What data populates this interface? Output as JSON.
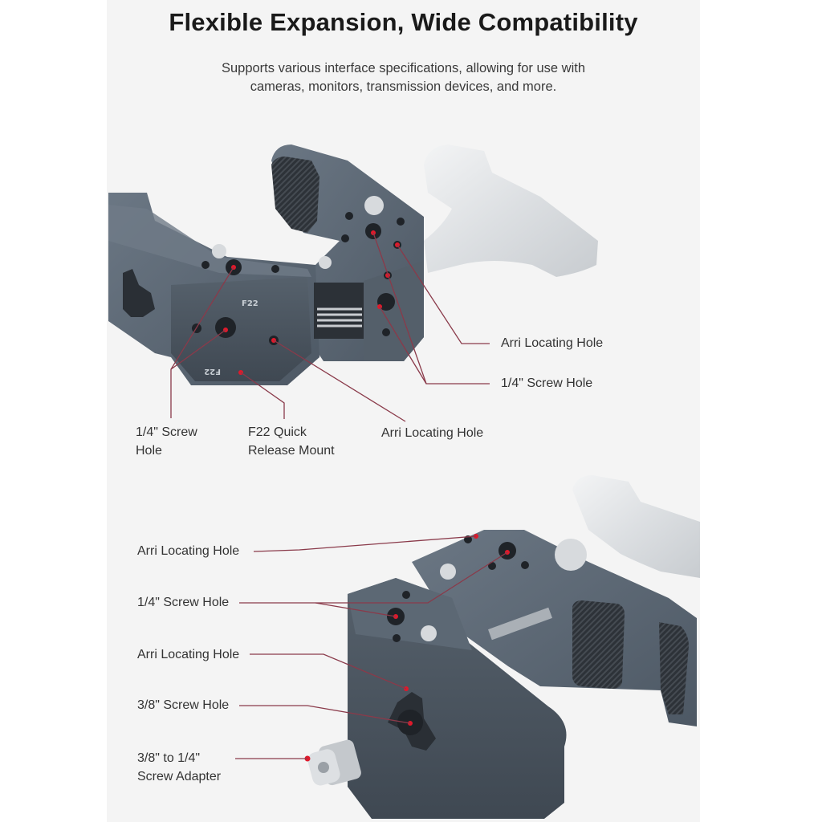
{
  "header": {
    "title": "Flexible Expansion, Wide Compatibility",
    "subtitle_lines": [
      "Supports various interface specifications, allowing for use with",
      "cameras, monitors, transmission devices, and more."
    ]
  },
  "colors": {
    "panel_bg": "#f4f4f4",
    "page_bg": "#ffffff",
    "leader_line": "#8a3a4a",
    "marker_dot": "#e0192b",
    "clamp_body": "#5d6975",
    "handle_silver": "#e6e8ea"
  },
  "top_product": {
    "name": "upper-clamp-view",
    "callouts": [
      {
        "id": "arri-locating-hole-right",
        "label": "Arri Locating Hole"
      },
      {
        "id": "quarter-screw-hole-right",
        "label": "1/4\" Screw Hole"
      },
      {
        "id": "quarter-screw-hole-left",
        "label_lines": [
          "1/4\" Screw",
          "Hole"
        ]
      },
      {
        "id": "f22-quick-release",
        "label_lines": [
          "F22 Quick",
          "Release Mount"
        ]
      },
      {
        "id": "arri-locating-hole-bottom",
        "label": "Arri Locating Hole"
      }
    ],
    "engraving": "F22"
  },
  "bottom_product": {
    "name": "lower-clamp-view",
    "callouts": [
      {
        "id": "arri-locating-hole-top",
        "label": "Arri Locating Hole"
      },
      {
        "id": "quarter-screw-hole",
        "label": "1/4\" Screw Hole"
      },
      {
        "id": "arri-locating-hole-side",
        "label": "Arri Locating Hole"
      },
      {
        "id": "three-eighths-screw-hole",
        "label": "3/8\" Screw Hole"
      },
      {
        "id": "screw-adapter",
        "label_lines": [
          "3/8\" to 1/4\"",
          "Screw Adapter"
        ]
      }
    ]
  }
}
